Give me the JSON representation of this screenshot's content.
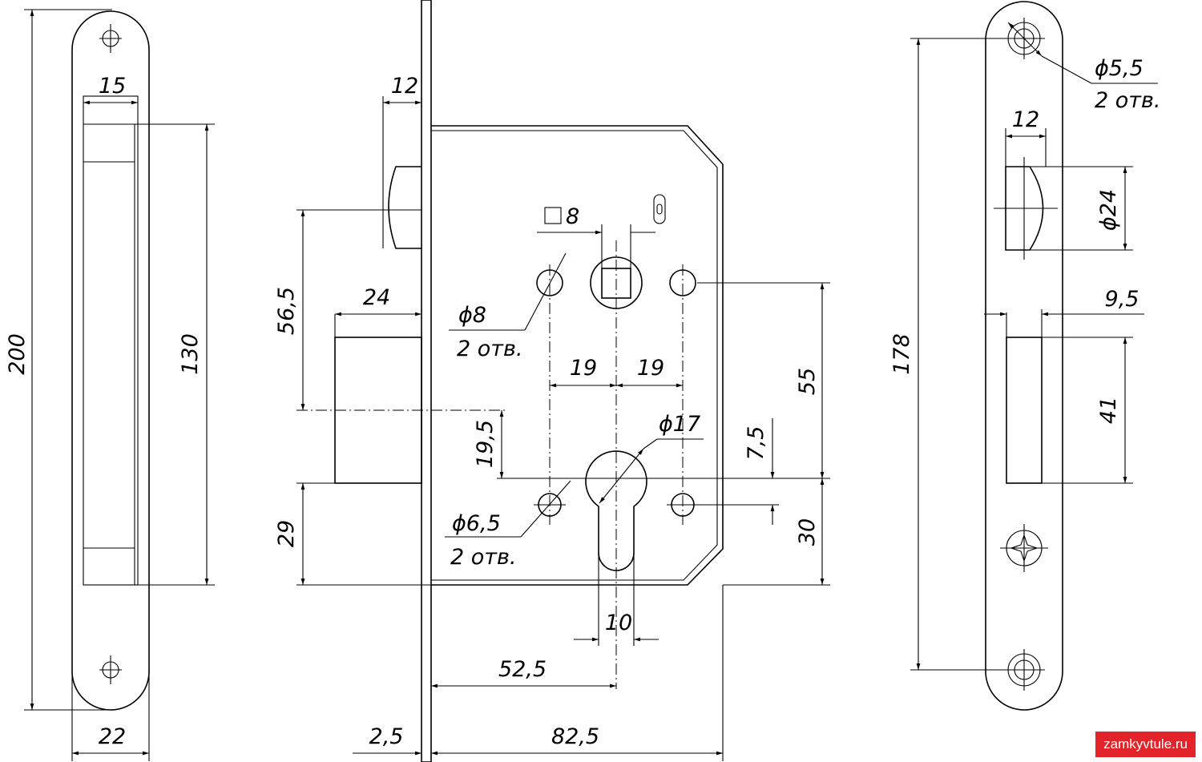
{
  "left_plate": {
    "height": "200",
    "inner_length": "130",
    "slot_width": "15",
    "plate_width": "22"
  },
  "lock_body": {
    "faceplate_thickness": "12",
    "backset_top": "56,5",
    "latch_width": "24",
    "bottom_offset": "29",
    "square_spindle": "8",
    "hole_top_diameter": "ϕ8",
    "hole_top_count": "2 отв.",
    "spacing_left": "19",
    "spacing_right": "19",
    "center_distance": "55",
    "offset_19_5": "19,5",
    "cylinder_diameter": "ϕ17",
    "offset_7_5": "7,5",
    "hole_bottom_diameter": "ϕ6,5",
    "hole_bottom_count": "2 отв.",
    "bottom_height": "30",
    "cylinder_width": "10",
    "backset": "52,5",
    "plate_thickness": "2,5",
    "body_depth": "82,5"
  },
  "strike_plate": {
    "screw_hole_diameter": "ϕ5,5",
    "screw_hole_count": "2 отв.",
    "hole_spacing": "178",
    "latch_slot_width": "12",
    "latch_slot_diameter": "ϕ24",
    "bolt_slot_width": "9,5",
    "bolt_slot_height": "41"
  },
  "watermark": "zamkyvtule.ru"
}
